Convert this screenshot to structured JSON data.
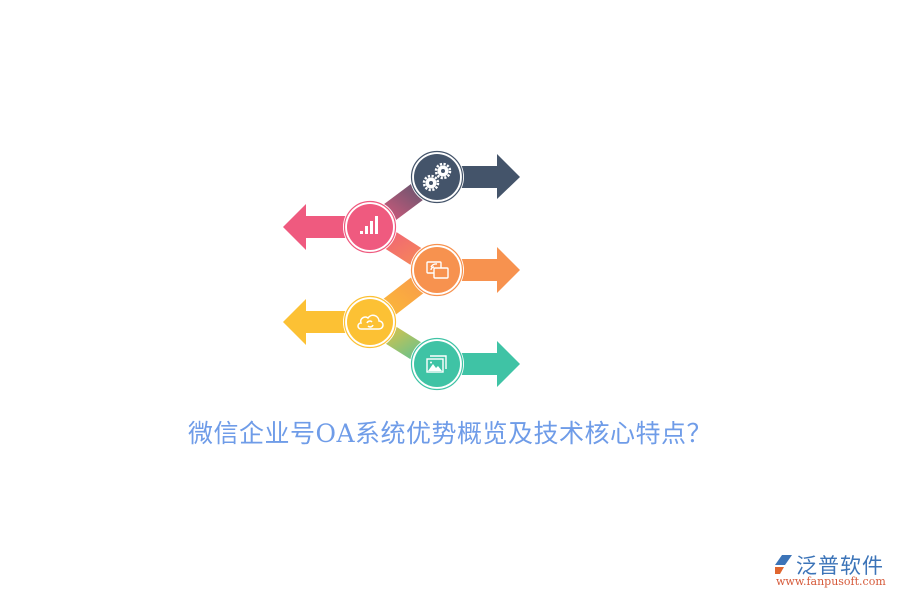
{
  "title": "微信企业号OA系统优势概览及技术核心特点？",
  "logo": {
    "name": "泛普软件",
    "url": "www.fanpusoft.com"
  },
  "steps": [
    {
      "icon": "gears-icon",
      "color": "#44546a",
      "direction": "right"
    },
    {
      "icon": "bar-chart-icon",
      "color": "#ef5a7f",
      "direction": "left"
    },
    {
      "icon": "screen-cast-icon",
      "color": "#f7924f",
      "direction": "right"
    },
    {
      "icon": "cloud-sync-icon",
      "color": "#fcc134",
      "direction": "left"
    },
    {
      "icon": "image-gallery-icon",
      "color": "#3fc3a5",
      "direction": "right"
    }
  ],
  "colors": {
    "title": "#6f9ce8",
    "dark": "#44546a",
    "pink": "#ef5a7f",
    "orange": "#f7924f",
    "yellow": "#fcc134",
    "teal": "#3fc3a5"
  }
}
